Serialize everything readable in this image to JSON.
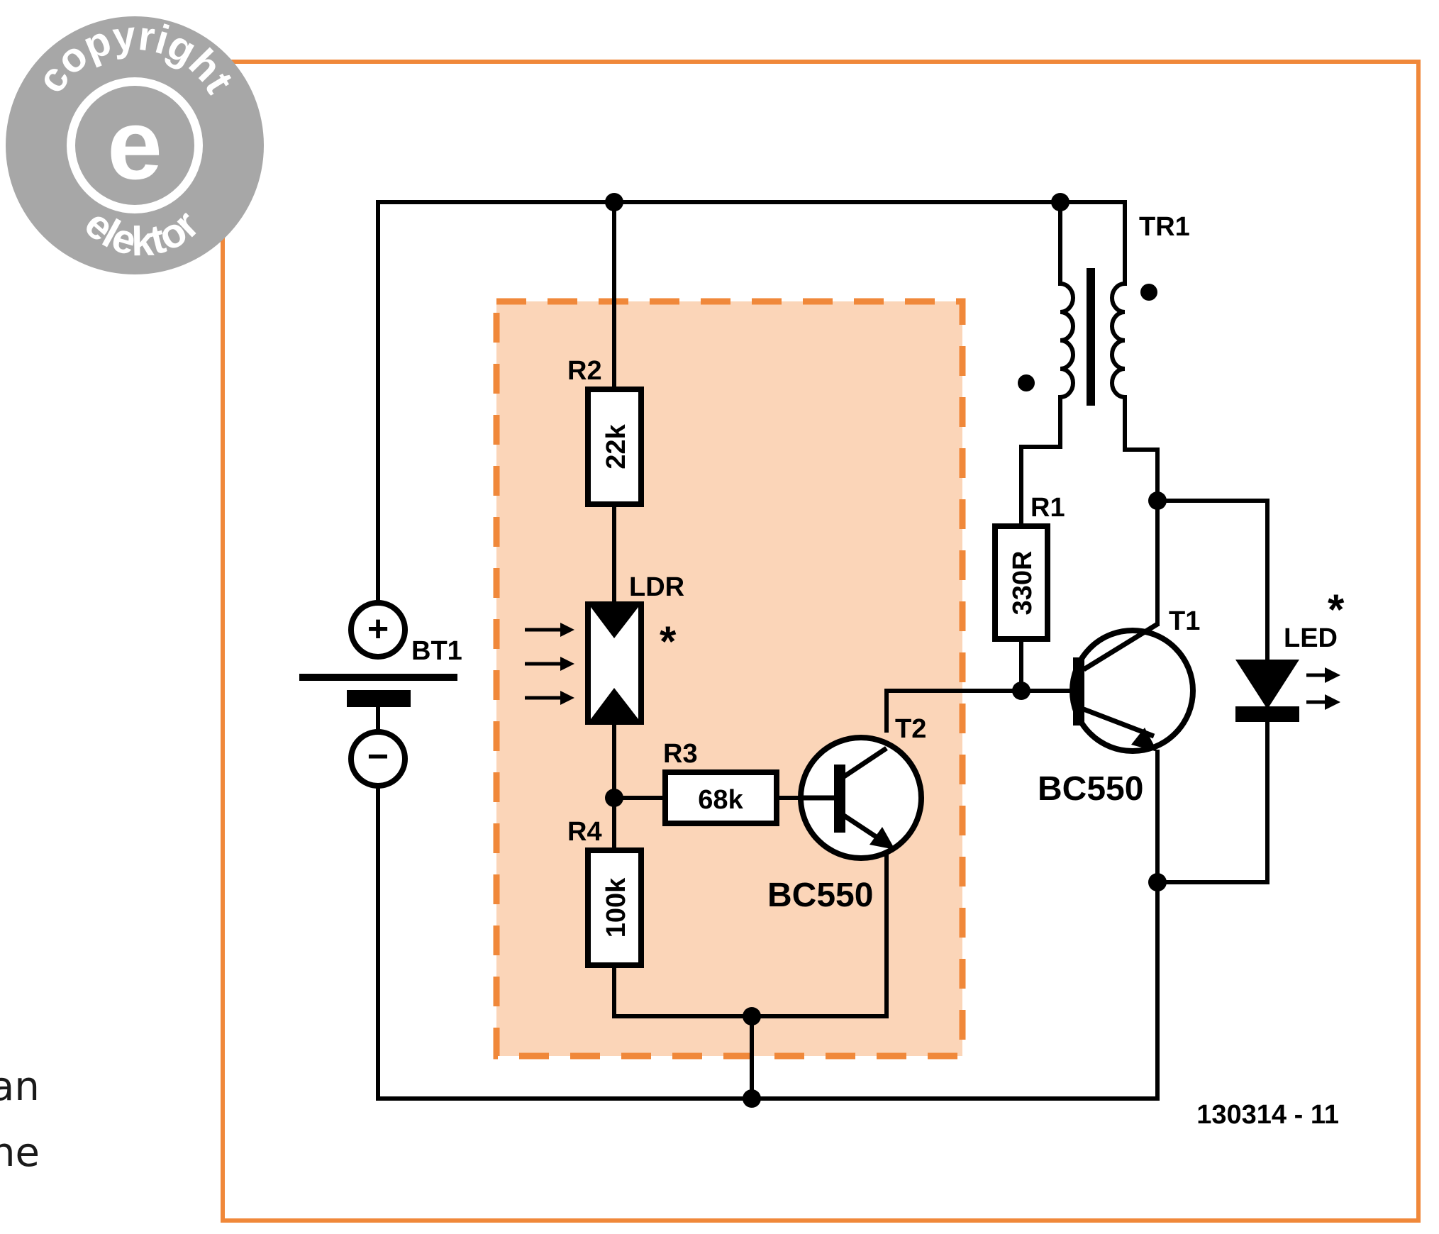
{
  "colors": {
    "frame": "#f0883a",
    "shaded_area": "#fbd5b8",
    "stamp": "#a7a7a7",
    "wire": "#000000"
  },
  "stamp": {
    "text_top": "copyright",
    "text_bottom": "elektor",
    "letter": "e"
  },
  "page_text": {
    "line1": "an",
    "line2": "ne"
  },
  "components": {
    "bt1": {
      "ref": "BT1",
      "plus": "+",
      "minus": "−"
    },
    "r2": {
      "ref": "R2",
      "value": "22k"
    },
    "ldr": {
      "ref": "LDR",
      "mark": "*"
    },
    "r3": {
      "ref": "R3",
      "value": "68k"
    },
    "r4": {
      "ref": "R4",
      "value": "100k"
    },
    "t2": {
      "ref": "T2",
      "part": "BC550"
    },
    "tr1": {
      "ref": "TR1"
    },
    "r1": {
      "ref": "R1",
      "value": "330R"
    },
    "t1": {
      "ref": "T1",
      "part": "BC550"
    },
    "led": {
      "ref": "LED",
      "mark": "*"
    }
  },
  "figure_number": "130314 - 11"
}
